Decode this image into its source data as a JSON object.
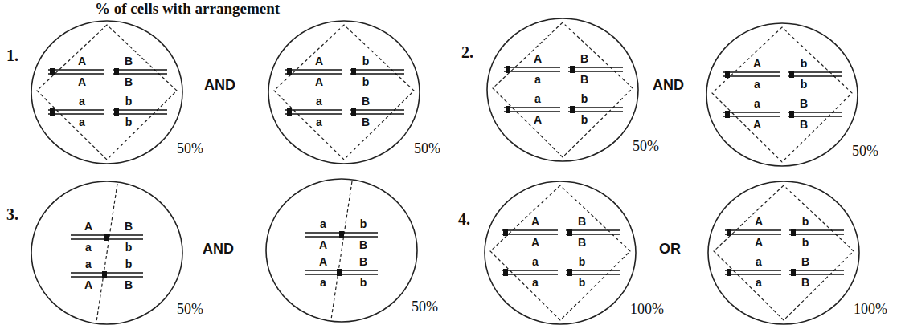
{
  "diagram": {
    "title": "% of cells with arrangement",
    "nodes": [
      {
        "text": [
          "A",
          "A",
          "a",
          "a",
          "B",
          "B",
          "b",
          "b",
          "50%"
        ]
      },
      {
        "text": [
          "A",
          "A",
          "a",
          "a",
          "b",
          "b",
          "B",
          "B",
          "50%"
        ]
      },
      {
        "text": [
          "A",
          "a",
          "a",
          "A",
          "B",
          "B",
          "b",
          "b",
          "50%"
        ]
      },
      {
        "text": [
          "A",
          "a",
          "a",
          "A",
          "b",
          "b",
          "B",
          "B",
          "50%"
        ]
      },
      {
        "text": [
          "A",
          "B",
          "a",
          "b",
          "a",
          "b",
          "A",
          "B",
          "50%"
        ]
      },
      {
        "text": [
          "a",
          "b",
          "A",
          "B",
          "A",
          "B",
          "a",
          "b",
          "50%"
        ]
      },
      {
        "text": [
          "A",
          "A",
          "a",
          "a",
          "B",
          "B",
          "b",
          "b",
          "100%"
        ]
      },
      {
        "text": [
          "A",
          "A",
          "a",
          "a",
          "b",
          "b",
          "B",
          "B",
          "100%"
        ]
      }
    ],
    "labels": [
      "1.",
      "AND",
      "2.",
      "AND",
      "3.",
      "AND",
      "4.",
      "OR"
    ]
  }
}
